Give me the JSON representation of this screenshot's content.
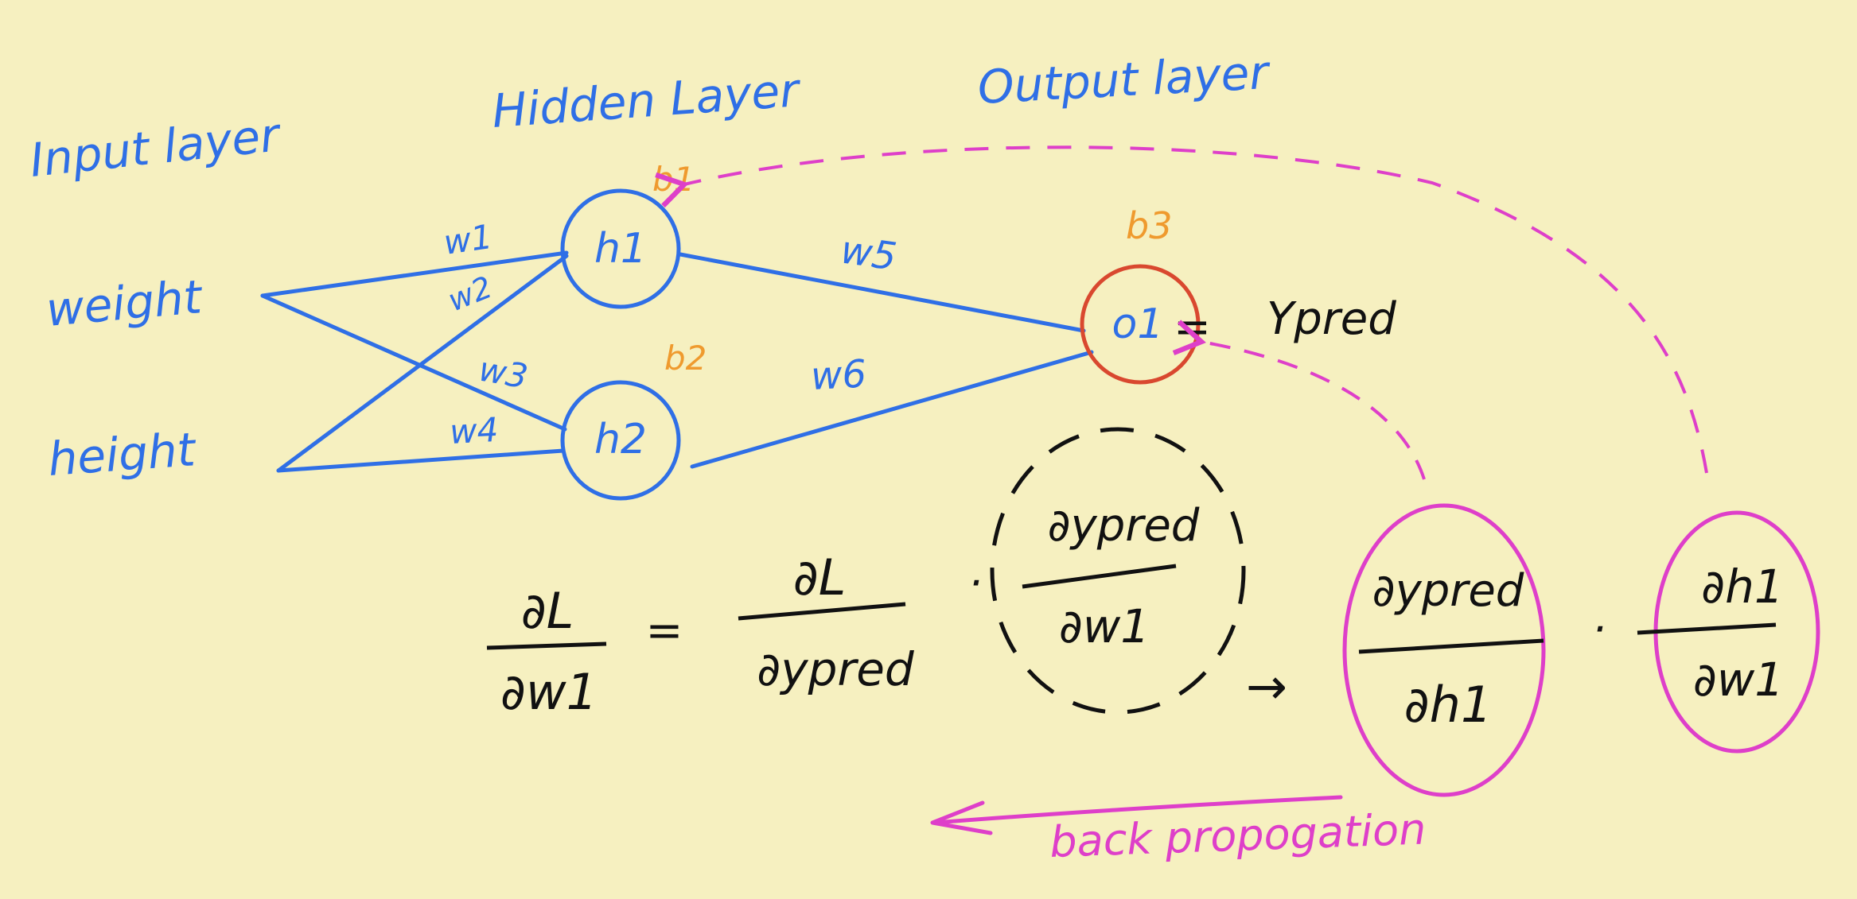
{
  "colors": {
    "background": "#f6f0c0",
    "network_blue": "#2f6fe6",
    "bias_orange": "#ef9a2e",
    "output_red": "#d9482f",
    "math_black": "#111111",
    "backprop_magenta": "#de3fc9"
  },
  "layers": {
    "input": "Input layer",
    "hidden": "Hidden Layer",
    "output": "Output layer"
  },
  "inputs": [
    "weight",
    "height"
  ],
  "neurons": {
    "h1": "h1",
    "h2": "h2",
    "o1": "o1"
  },
  "weights": [
    "w1",
    "w2",
    "w3",
    "w4",
    "w5",
    "w6"
  ],
  "biases": [
    "b1",
    "b2",
    "b3"
  ],
  "output_eq": {
    "equals": "=",
    "label": "Ypred"
  },
  "equation": {
    "lhs_num": "∂L",
    "lhs_den": "∂w1",
    "equals": "=",
    "t1_num": "∂L",
    "t1_den": "∂ypred",
    "dot1": "·",
    "t2_num": "∂ypred",
    "t2_den": "∂w1",
    "arrow": "→",
    "t3_num": "∂ypred",
    "t3_den": "∂h1",
    "dot2": "·",
    "t4_num": "∂h1",
    "t4_den": "∂w1"
  },
  "backprop_label": "back propogation"
}
